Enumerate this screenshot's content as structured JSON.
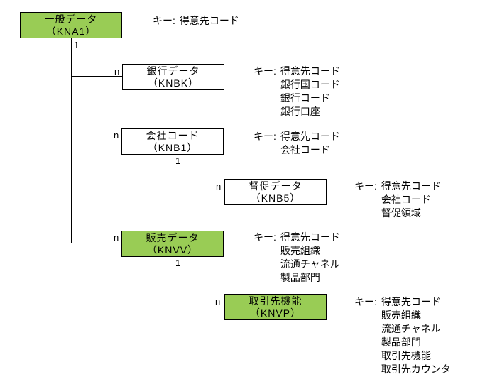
{
  "diagram_title": "customer-master-table-hierarchy",
  "colors": {
    "node_green_fill": "#99CC55",
    "node_white_fill": "#FFFFFF",
    "node_border": "#000000",
    "connector_line": "#000000",
    "background": "#FFFFFF"
  },
  "nodes": {
    "kna1": {
      "title": "一般データ",
      "code": "（KNA1）"
    },
    "knbk": {
      "title": "銀行データ",
      "code": "（KNBK）"
    },
    "knb1": {
      "title": "会社コード",
      "code": "（KNB1）"
    },
    "knb5": {
      "title": "督促データ",
      "code": "（KNB5）"
    },
    "knvv": {
      "title": "販売データ",
      "code": "（KNVV）"
    },
    "knvp": {
      "title": "取引先機能",
      "code": "（KNVP）"
    }
  },
  "keys": {
    "kna1": {
      "label": "キー:",
      "lines": [
        "得意先コード"
      ]
    },
    "knbk": {
      "label": "キー:",
      "lines": [
        "得意先コード",
        "銀行国コード",
        "銀行コード",
        "銀行口座"
      ]
    },
    "knb1": {
      "label": "キー:",
      "lines": [
        "得意先コード",
        "会社コード"
      ]
    },
    "knb5": {
      "label": "キー:",
      "lines": [
        "得意先コード",
        "会社コード",
        "督促領域"
      ]
    },
    "knvv": {
      "label": "キー:",
      "lines": [
        "得意先コード",
        "販売組織",
        "流通チャネル",
        "製品部門"
      ]
    },
    "knvp": {
      "label": "キー:",
      "lines": [
        "得意先コード",
        "販売組織",
        "流通チャネル",
        "製品部門",
        "取引先機能",
        "取引先カウンタ"
      ]
    }
  },
  "cardinality": {
    "kna1_one": "1",
    "knbk_n": "n",
    "knb1_n": "n",
    "knb1_one": "1",
    "knb5_n": "n",
    "knvv_n": "n",
    "knvv_one": "1",
    "knvp_n": "n"
  }
}
